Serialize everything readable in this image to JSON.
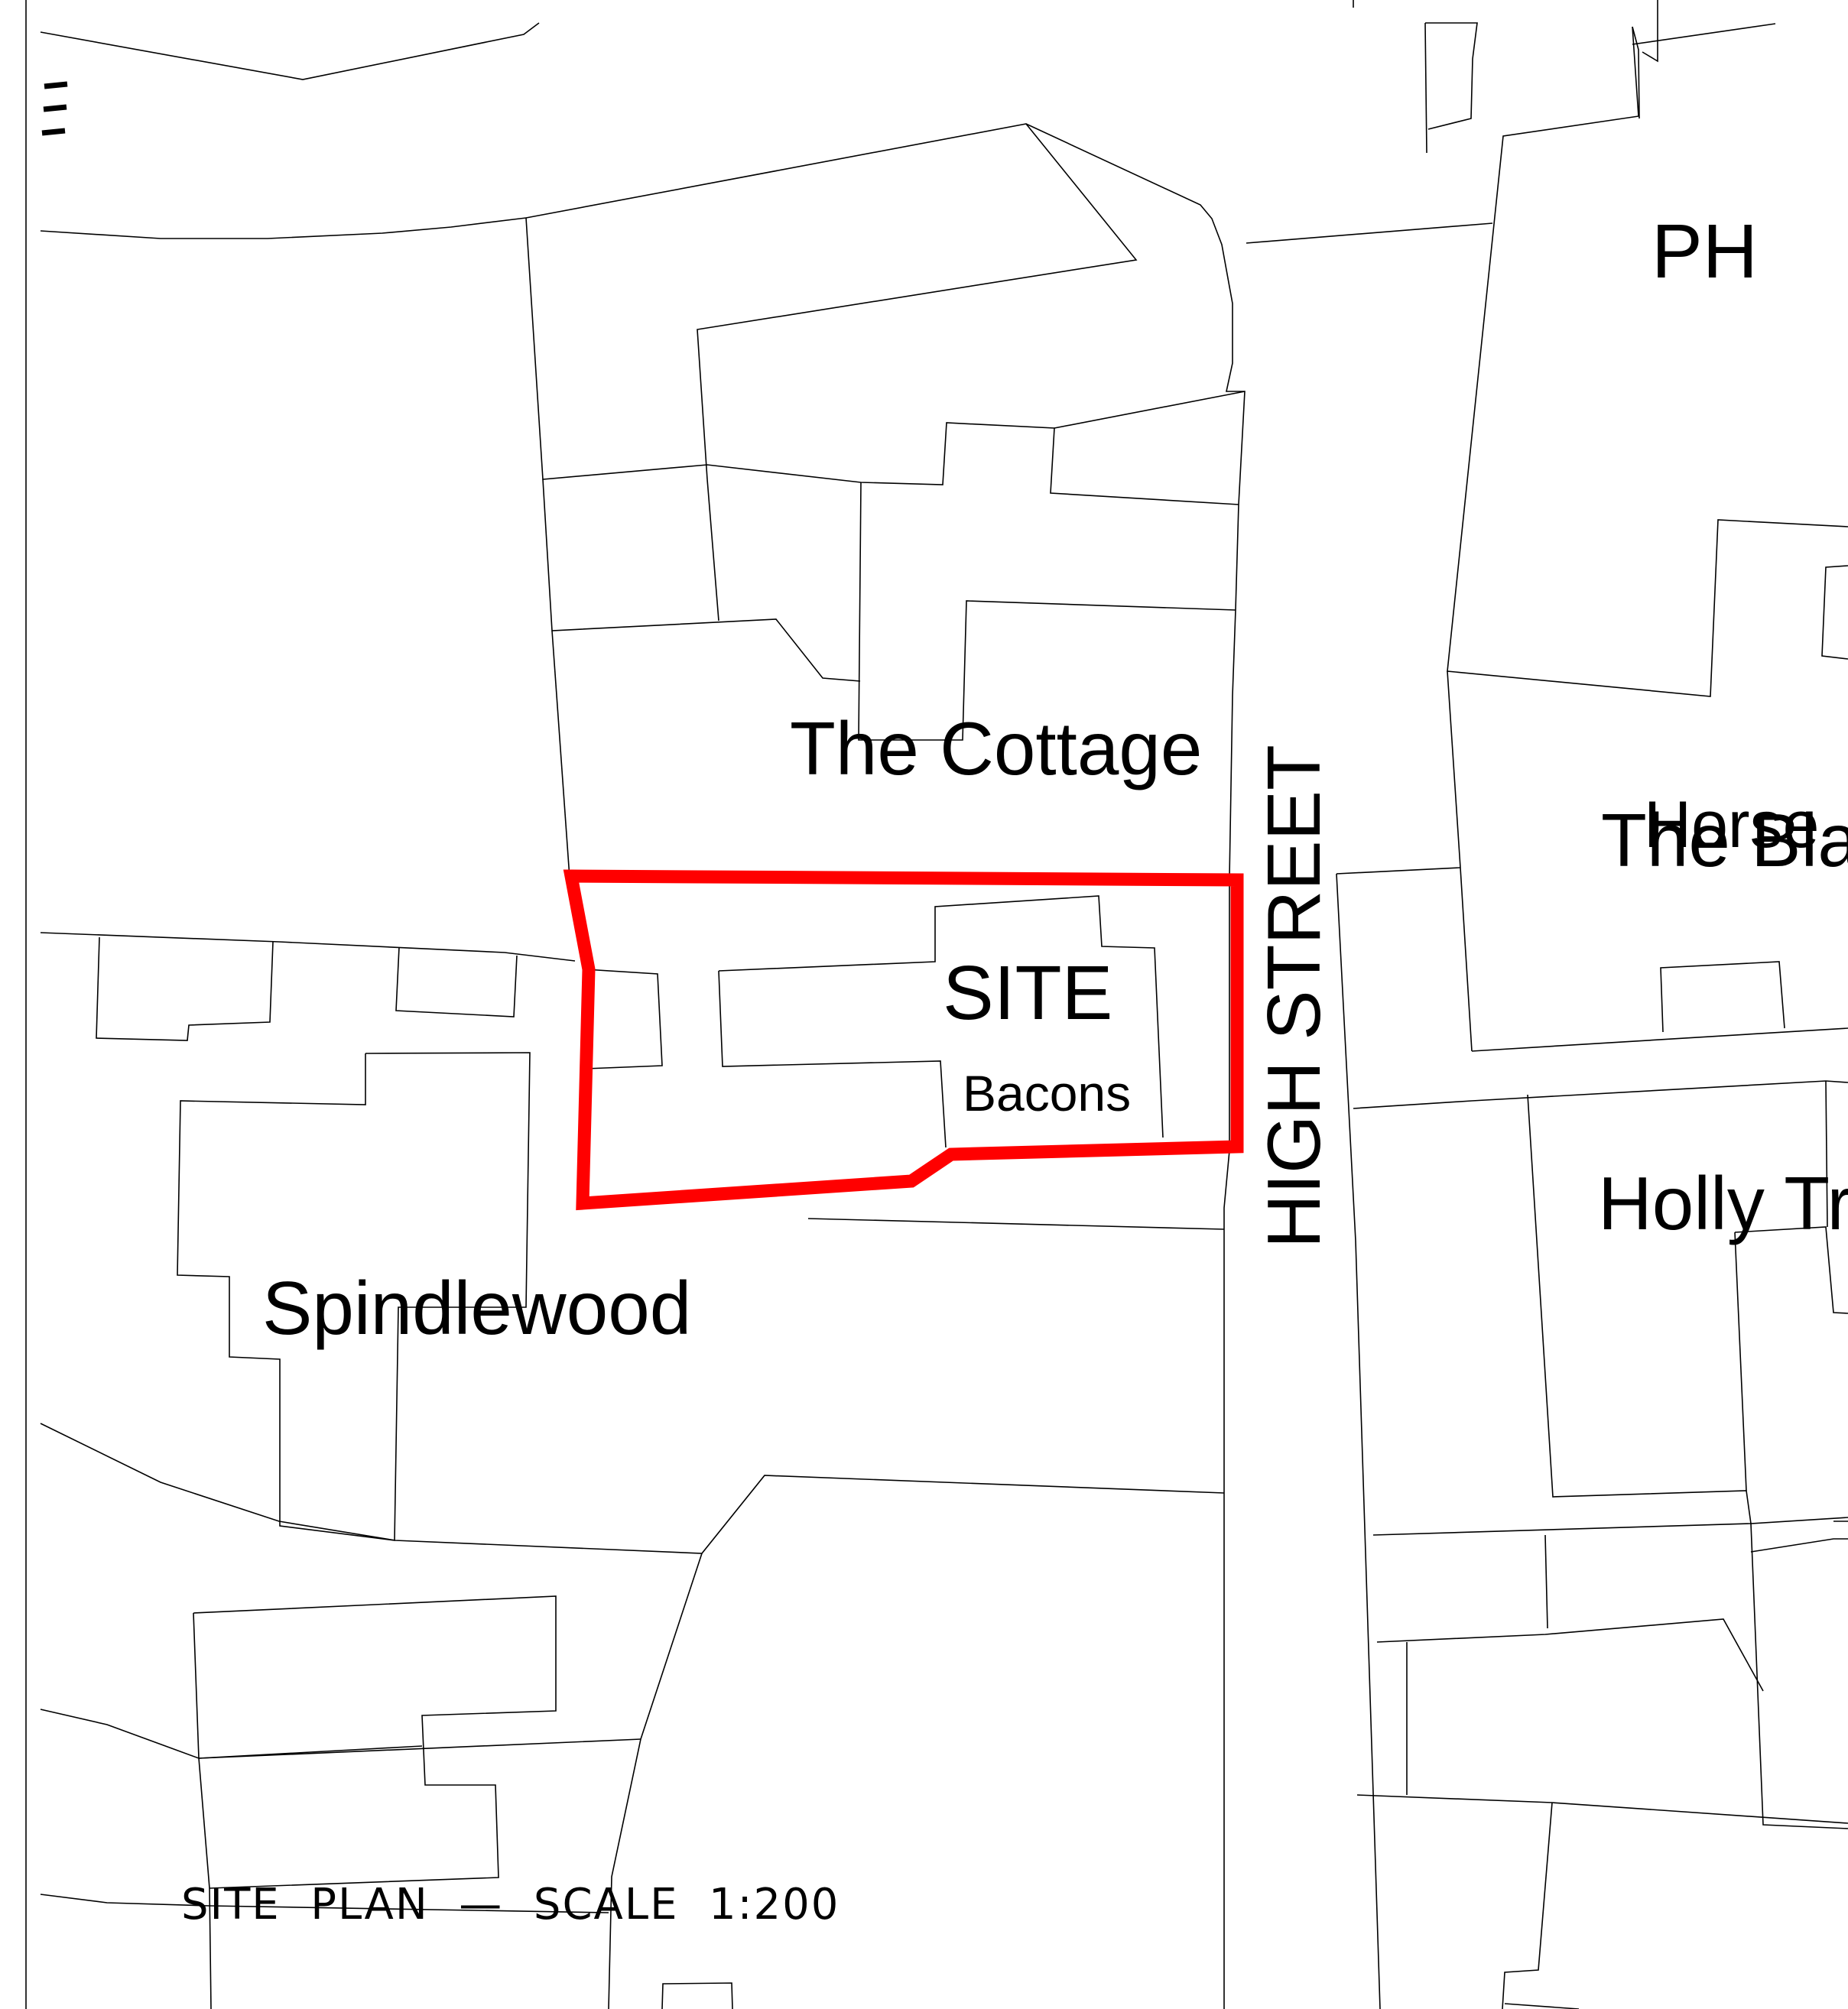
{
  "map": {
    "labels": {
      "ph": "PH",
      "the_cottage": "The Cottage",
      "high_street": "HIGH STREET",
      "site": "SITE",
      "bacons": "Bacons",
      "spindlewood": "Spindlewood",
      "horse": "Horse",
      "the_bla": "The Bla",
      "holly_tr": "Holly Tr"
    },
    "title": "SITE  PLAN  —  SCALE  1:200",
    "colors": {
      "site_boundary": "#ff0000",
      "linework": "#000000",
      "background": "#ffffff"
    }
  }
}
